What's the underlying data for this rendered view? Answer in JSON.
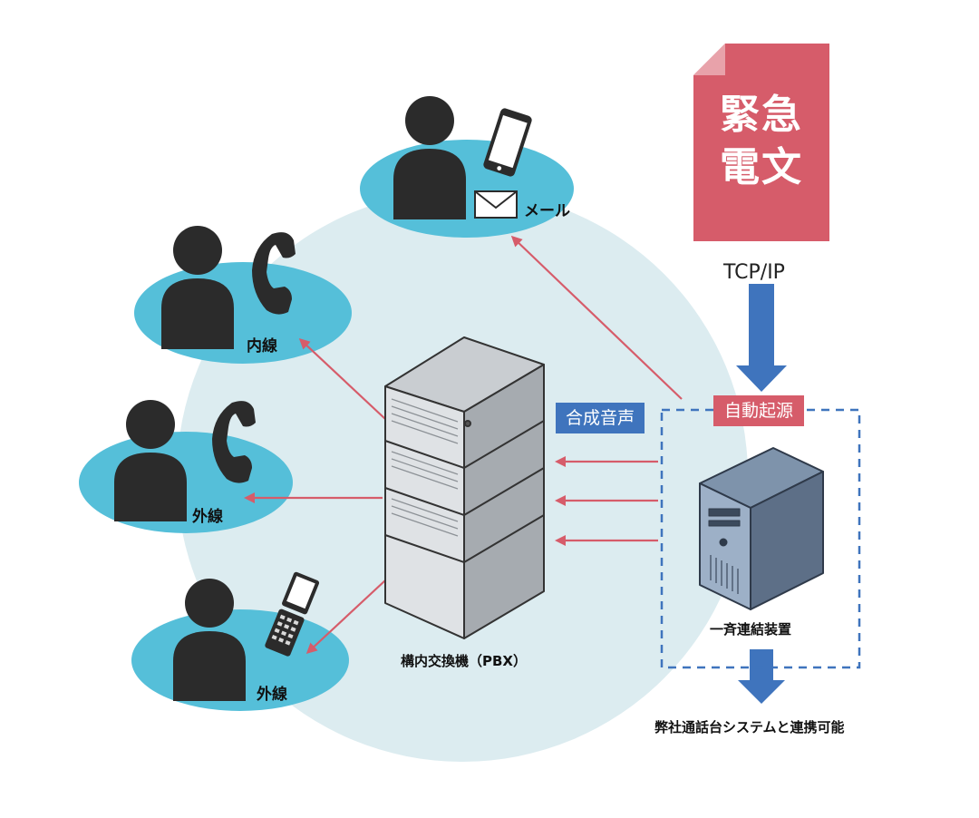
{
  "document": {
    "line1": "緊急",
    "line2": "電文"
  },
  "protocol_label": "TCP/IP",
  "badges": {
    "auto_origin": "自動起源",
    "synth_voice": "合成音声"
  },
  "users": {
    "mail": {
      "label": "メール"
    },
    "extension": {
      "label": "内線"
    },
    "outside_line_1": {
      "label": "外線"
    },
    "outside_line_2": {
      "label": "外線"
    }
  },
  "nodes": {
    "pbx": {
      "label": "構内交換機（PBX）"
    },
    "broadcast_device": {
      "label": "一斉連結装置"
    }
  },
  "footer": {
    "integration": "弊社通話台システムと連携可能"
  },
  "colors": {
    "accent_red": "#d65c6a",
    "accent_blue": "#3f74bd",
    "ellipse_blue": "#55bfd9",
    "background_circle": "#dcecf0"
  }
}
